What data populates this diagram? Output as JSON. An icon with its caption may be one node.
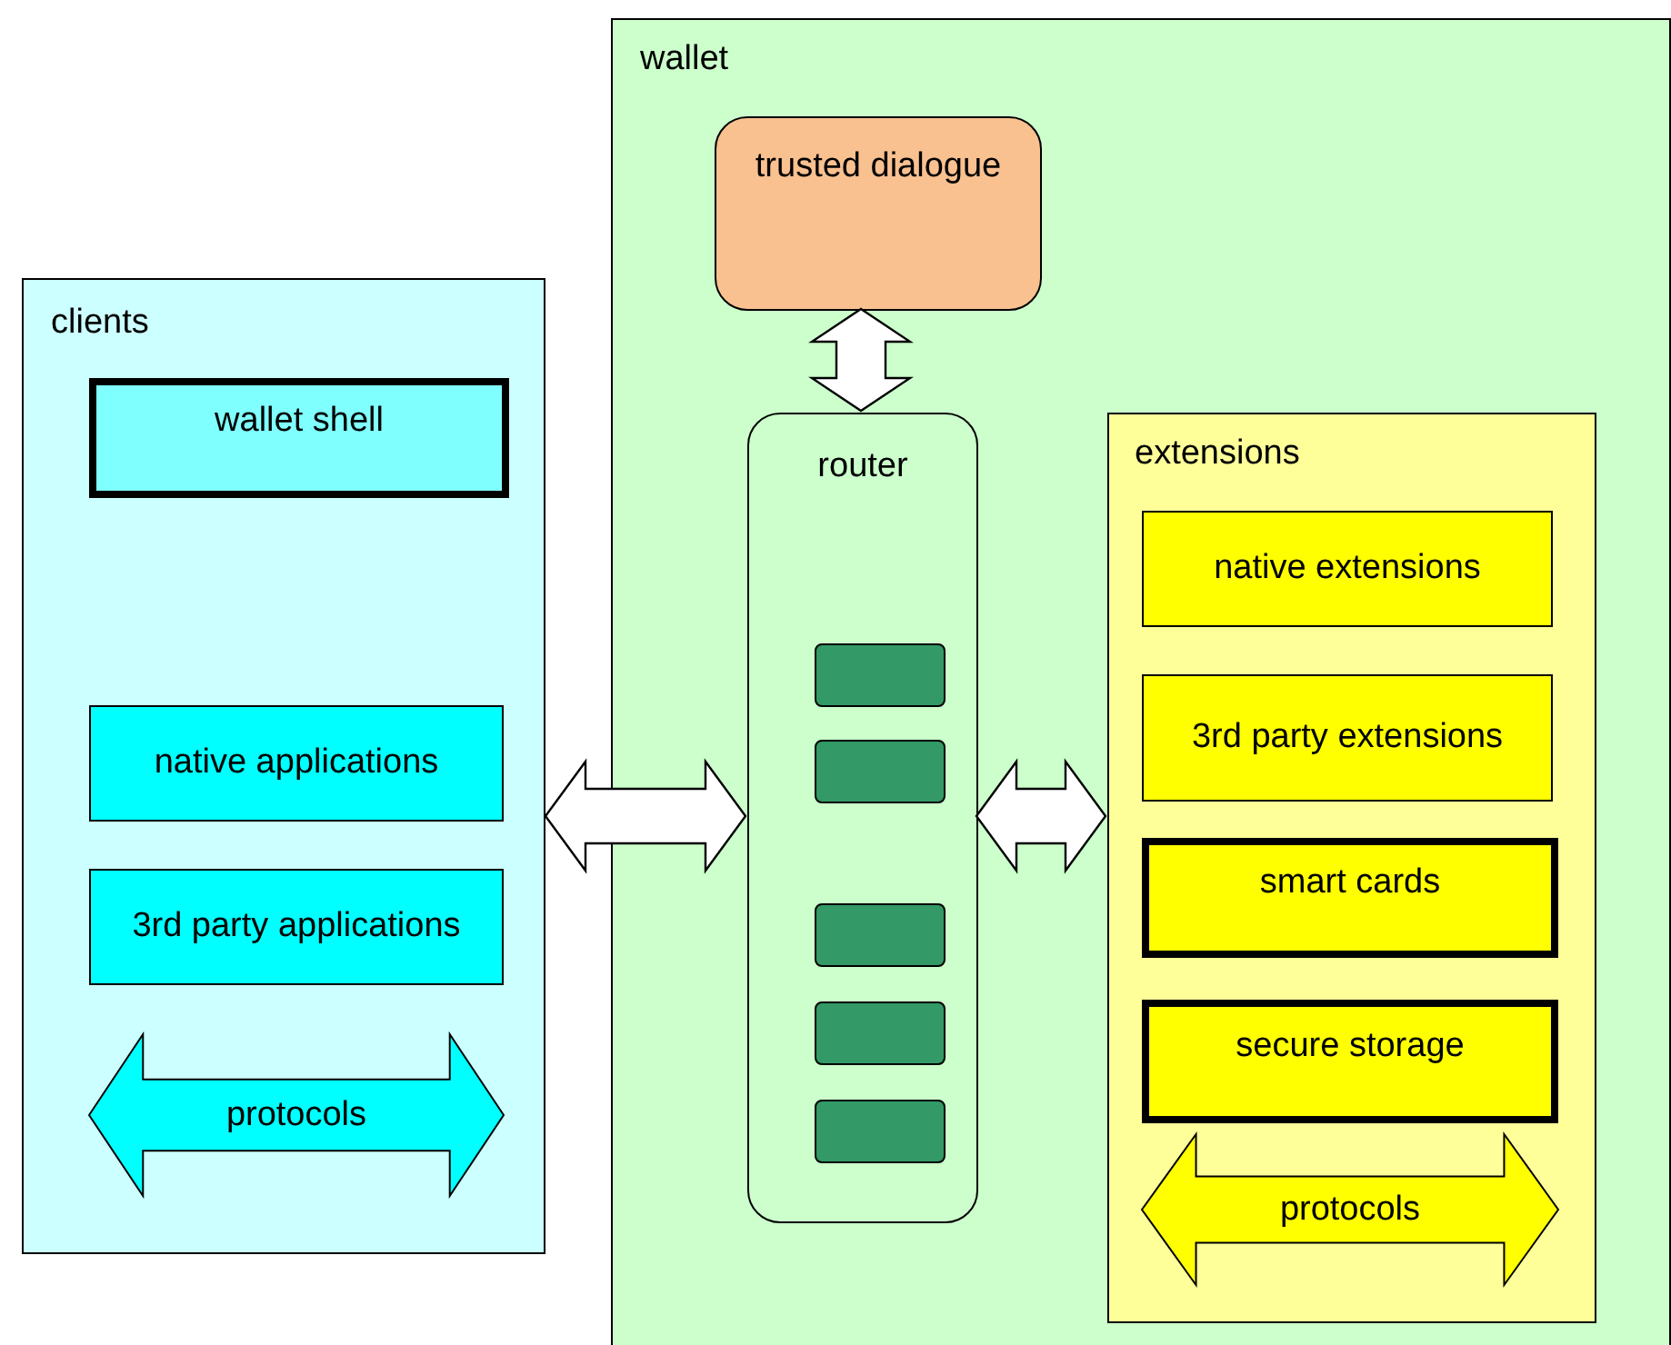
{
  "diagram": {
    "nodes": [
      {
        "text": [
          "clients"
        ]
      },
      {
        "text": [
          "wallet shell"
        ],
        "in": 0
      },
      {
        "text": [
          "native applications"
        ],
        "in": 0
      },
      {
        "text": [
          "3rd party applications"
        ],
        "in": 0
      },
      {
        "text": [
          "protocols"
        ],
        "in": 0
      },
      {
        "text": [
          "wallet"
        ]
      },
      {
        "text": [
          "trusted dialogue"
        ],
        "in": 5
      },
      {
        "text": [
          "router"
        ],
        "in": 5
      },
      {
        "text": [],
        "shape": "box",
        "in": 7
      },
      {
        "text": [],
        "shape": "box",
        "in": 7
      },
      {
        "text": [],
        "shape": "box",
        "in": 7
      },
      {
        "text": [],
        "shape": "box",
        "in": 7
      },
      {
        "text": [],
        "shape": "box",
        "in": 7
      },
      {
        "text": [
          "extensions"
        ],
        "in": 5
      },
      {
        "text": [
          "native extensions"
        ],
        "in": 13
      },
      {
        "text": [
          "3rd party extensions"
        ],
        "in": 13
      },
      {
        "text": [
          "smart cards"
        ],
        "in": 13
      },
      {
        "text": [
          "secure storage"
        ],
        "in": 13
      },
      {
        "text": [
          "protocols"
        ],
        "in": 13
      }
    ],
    "edges": [
      {
        "from": 6,
        "to": 7,
        "arrow": "both",
        "style": "thick"
      },
      {
        "from": 0,
        "to": 7,
        "arrow": "both",
        "style": "thick"
      },
      {
        "from": 7,
        "to": 13,
        "arrow": "both",
        "style": "thick"
      }
    ]
  }
}
